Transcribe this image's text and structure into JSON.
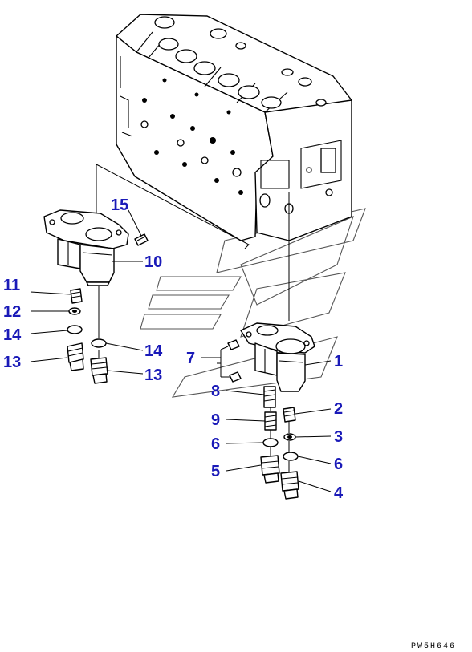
{
  "callouts": {
    "c1": "1",
    "c2": "2",
    "c3": "3",
    "c4": "4",
    "c5": "5",
    "c6a": "6",
    "c6b": "6",
    "c7": "7",
    "c8": "8",
    "c9": "9",
    "c10": "10",
    "c11": "11",
    "c12": "12",
    "c13a": "13",
    "c13b": "13",
    "c14a": "14",
    "c14b": "14",
    "c15": "15"
  },
  "drawing_code": "PW5H646",
  "colors": {
    "callout": "#1a1ab8",
    "line": "#000000",
    "background": "#ffffff"
  }
}
